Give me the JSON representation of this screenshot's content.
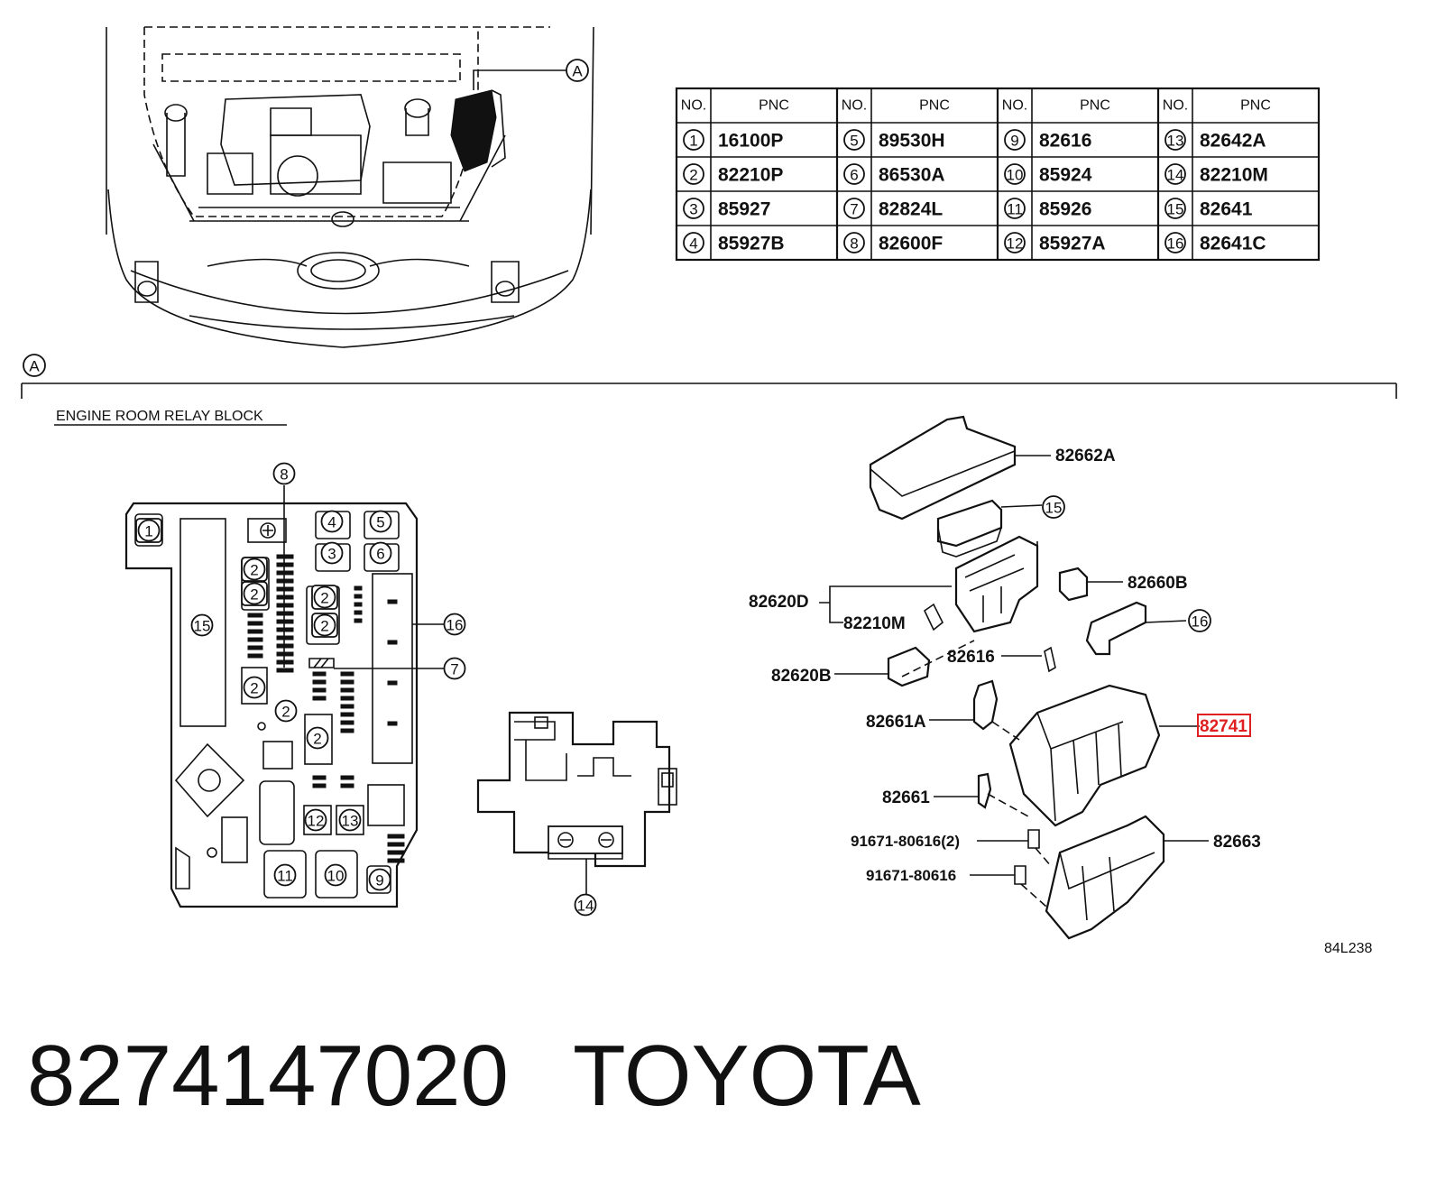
{
  "callout_letter": "A",
  "section_title": "ENGINE ROOM RELAY BLOCK",
  "table": {
    "headers": [
      "NO.",
      "PNC"
    ],
    "entries": [
      {
        "no": "1",
        "pnc": "16100P"
      },
      {
        "no": "2",
        "pnc": "82210P"
      },
      {
        "no": "3",
        "pnc": "85927"
      },
      {
        "no": "4",
        "pnc": "85927B"
      },
      {
        "no": "5",
        "pnc": "89530H"
      },
      {
        "no": "6",
        "pnc": "86530A"
      },
      {
        "no": "7",
        "pnc": "82824L"
      },
      {
        "no": "8",
        "pnc": "82600F"
      },
      {
        "no": "9",
        "pnc": "82616"
      },
      {
        "no": "10",
        "pnc": "85924"
      },
      {
        "no": "11",
        "pnc": "85926"
      },
      {
        "no": "12",
        "pnc": "85927A"
      },
      {
        "no": "13",
        "pnc": "82642A"
      },
      {
        "no": "14",
        "pnc": "82210M"
      },
      {
        "no": "15",
        "pnc": "82641"
      },
      {
        "no": "16",
        "pnc": "82641C"
      }
    ]
  },
  "relay_block_numbers": [
    "1",
    "2",
    "2",
    "2",
    "2",
    "2",
    "2",
    "2",
    "3",
    "4",
    "5",
    "6",
    "7",
    "8",
    "9",
    "10",
    "11",
    "12",
    "13",
    "14",
    "15",
    "16"
  ],
  "exploded_labels": {
    "cover": "82662A",
    "c15": "15",
    "c16": "16",
    "relay_b": "82660B",
    "bracket_d": "82620D",
    "relay_m": "82210M",
    "fuse": "82616",
    "holder_b": "82620B",
    "clip_a": "82661A",
    "highlighted": "82741",
    "clip": "82661",
    "bolt_2": "91671-80616(2)",
    "bolt_1": "91671-80616",
    "lower_case": "82663"
  },
  "diagram_code": "84L238",
  "part_number": "8274147020",
  "brand": "TOYOTA",
  "colors": {
    "highlight": "#e02020",
    "ink": "#111111"
  }
}
